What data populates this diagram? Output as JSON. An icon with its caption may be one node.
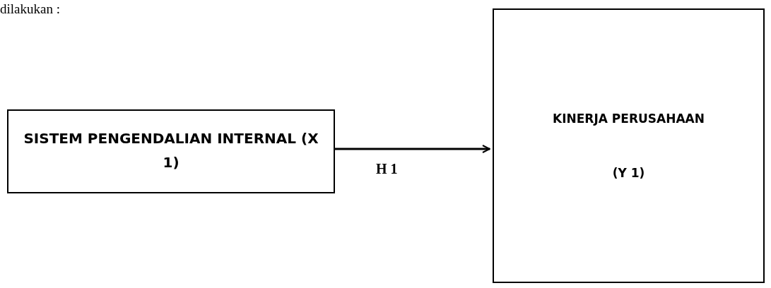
{
  "diagram": {
    "nodes": [
      {
        "text": [
          "SISTEM PENGENDALIAN INTERNAL (X 1)"
        ]
      },
      {
        "text": [
          "KINERJA PERUSAHAAN",
          "(Y 1)"
        ]
      }
    ],
    "edges": [
      {
        "from": 0,
        "to": 1,
        "arrow": "to",
        "label": "H 1"
      }
    ],
    "labels": [
      "dilakukan :"
    ]
  }
}
